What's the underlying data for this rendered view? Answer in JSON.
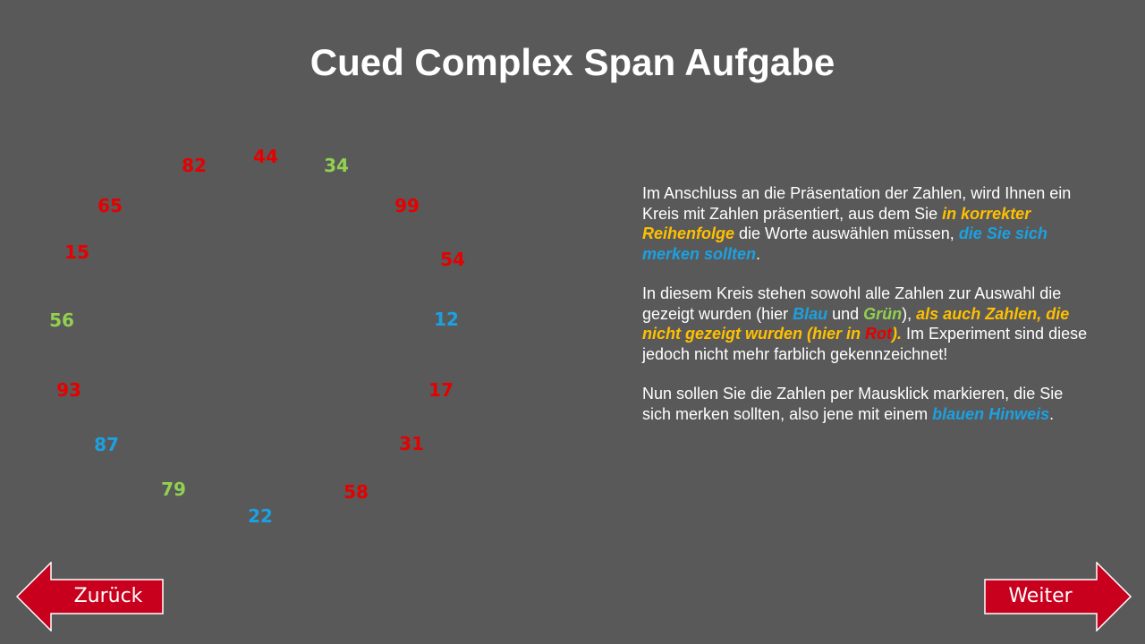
{
  "slide": {
    "title": "Cued Complex Span Aufgabe"
  },
  "circle_numbers": [
    {
      "value": "82",
      "color": "#e60000"
    },
    {
      "value": "44",
      "color": "#e60000"
    },
    {
      "value": "34",
      "color": "#92d050"
    },
    {
      "value": "65",
      "color": "#e60000"
    },
    {
      "value": "99",
      "color": "#e60000"
    },
    {
      "value": "15",
      "color": "#e60000"
    },
    {
      "value": "54",
      "color": "#e60000"
    },
    {
      "value": "56",
      "color": "#92d050"
    },
    {
      "value": "12",
      "color": "#1ba1e2"
    },
    {
      "value": "93",
      "color": "#e60000"
    },
    {
      "value": "17",
      "color": "#e60000"
    },
    {
      "value": "87",
      "color": "#1ba1e2"
    },
    {
      "value": "31",
      "color": "#e60000"
    },
    {
      "value": "79",
      "color": "#92d050"
    },
    {
      "value": "58",
      "color": "#e60000"
    },
    {
      "value": "22",
      "color": "#1ba1e2"
    }
  ],
  "instructions": {
    "p1": {
      "t1": "Im Anschluss an die Präsentation der Zahlen, wird Ihnen ein Kreis mit Zahlen präsentiert, aus dem Sie ",
      "h1": "in korrekter Reihenfolge",
      "t2": " die Worte auswählen müssen, ",
      "h2": "die Sie sich merken sollten",
      "t3": "."
    },
    "p2": {
      "t1": "In diesem Kreis stehen sowohl alle Zahlen zur Auswahl die gezeigt wurden (hier ",
      "blau": "Blau",
      "und": " und ",
      "gruen": "Grün",
      "close": "), ",
      "h1": "als auch Zahlen, die nicht gezeigt wurden (hier in ",
      "rot": "Rot",
      "h2": ").",
      "t2": " Im Experiment sind diese jedoch nicht mehr farblich gekennzeichnet!"
    },
    "p3": {
      "t1": "Nun sollen Sie die Zahlen per Mausklick markieren, die Sie sich merken sollten, also jene mit einem ",
      "h1": "blauen Hinweis",
      "t2": "."
    }
  },
  "navigation": {
    "back_label": "Zurück",
    "next_label": "Weiter",
    "arrow_color": "#c8001e",
    "arrow_border": "#ffffff"
  },
  "colors": {
    "background": "#595959",
    "red": "#e60000",
    "green": "#92d050",
    "blue": "#1ba1e2",
    "orange": "#ffc000"
  }
}
